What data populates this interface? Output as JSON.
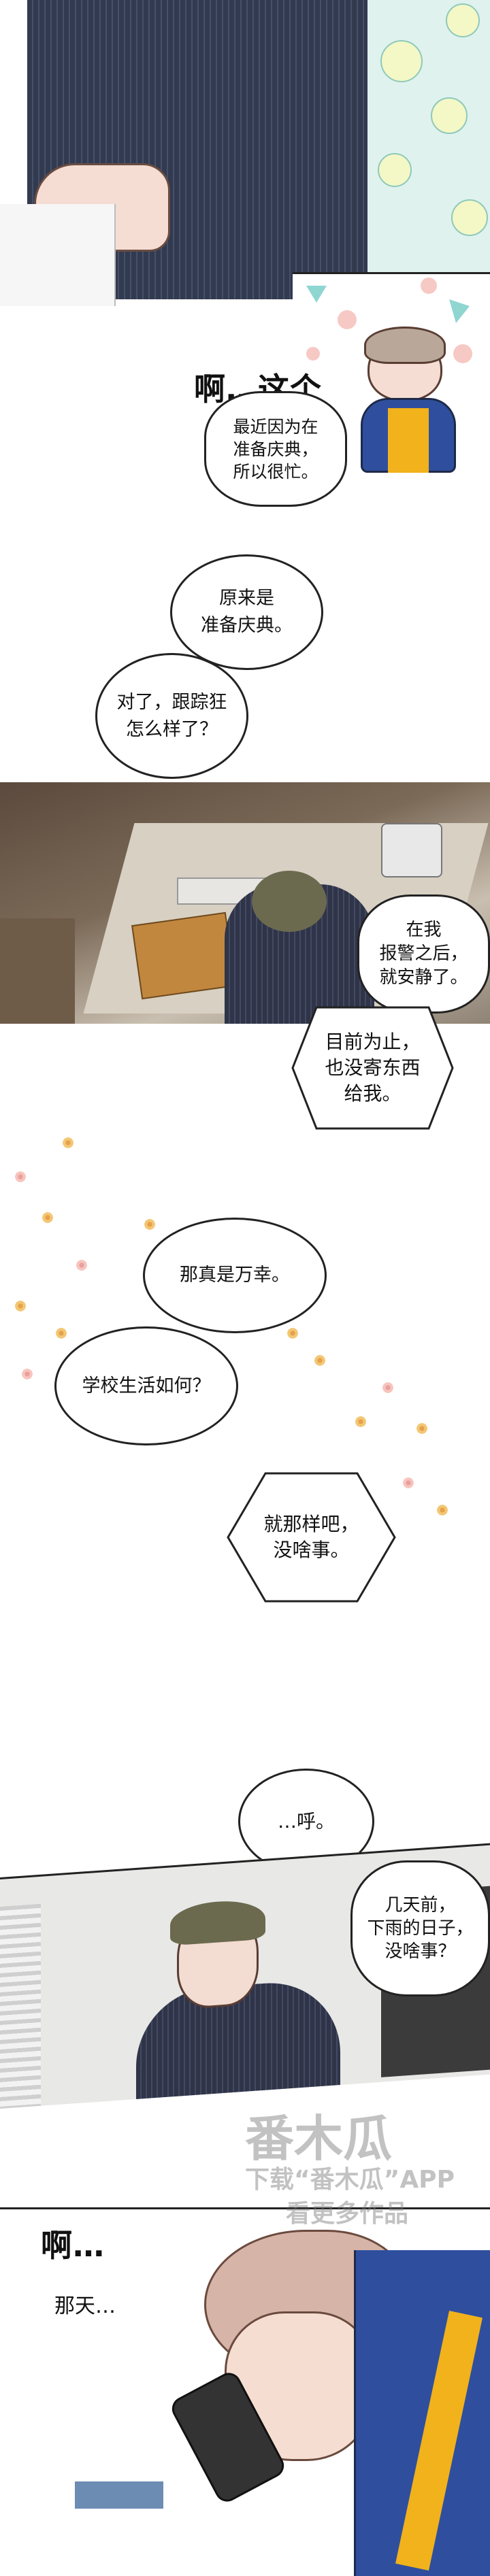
{
  "panels": {
    "p1": {
      "sfx": "啊…这个",
      "bubble": "最近因为在\n准备庆典，\n所以很忙。"
    },
    "p2": {
      "bubble_a": "原来是\n准备庆典。",
      "bubble_b": "对了，跟踪狂\n怎么样了？"
    },
    "p3": {
      "bubble": "在我\n报警之后，\n就安静了。",
      "hex": "目前为止，\n也没寄东西\n给我。"
    },
    "p4": {
      "bubble_a": "那真是万幸。",
      "bubble_b": "学校生活如何？",
      "hex": "就那样吧，\n没啥事。"
    },
    "p5": {
      "bubble_a": "…呼。",
      "bubble_b": "几天前，\n下雨的日子，\n没啥事？"
    },
    "p6": {
      "sfx": "啊…",
      "line": "那天…"
    }
  },
  "watermark": {
    "line1": "下载“番木瓜”APP",
    "line2": "看更多作品",
    "stamp": "番木瓜"
  },
  "colors": {
    "accent_yellow": "#f1b21b",
    "navy": "#2a3349",
    "pink_petal": "#f8c4bd"
  }
}
